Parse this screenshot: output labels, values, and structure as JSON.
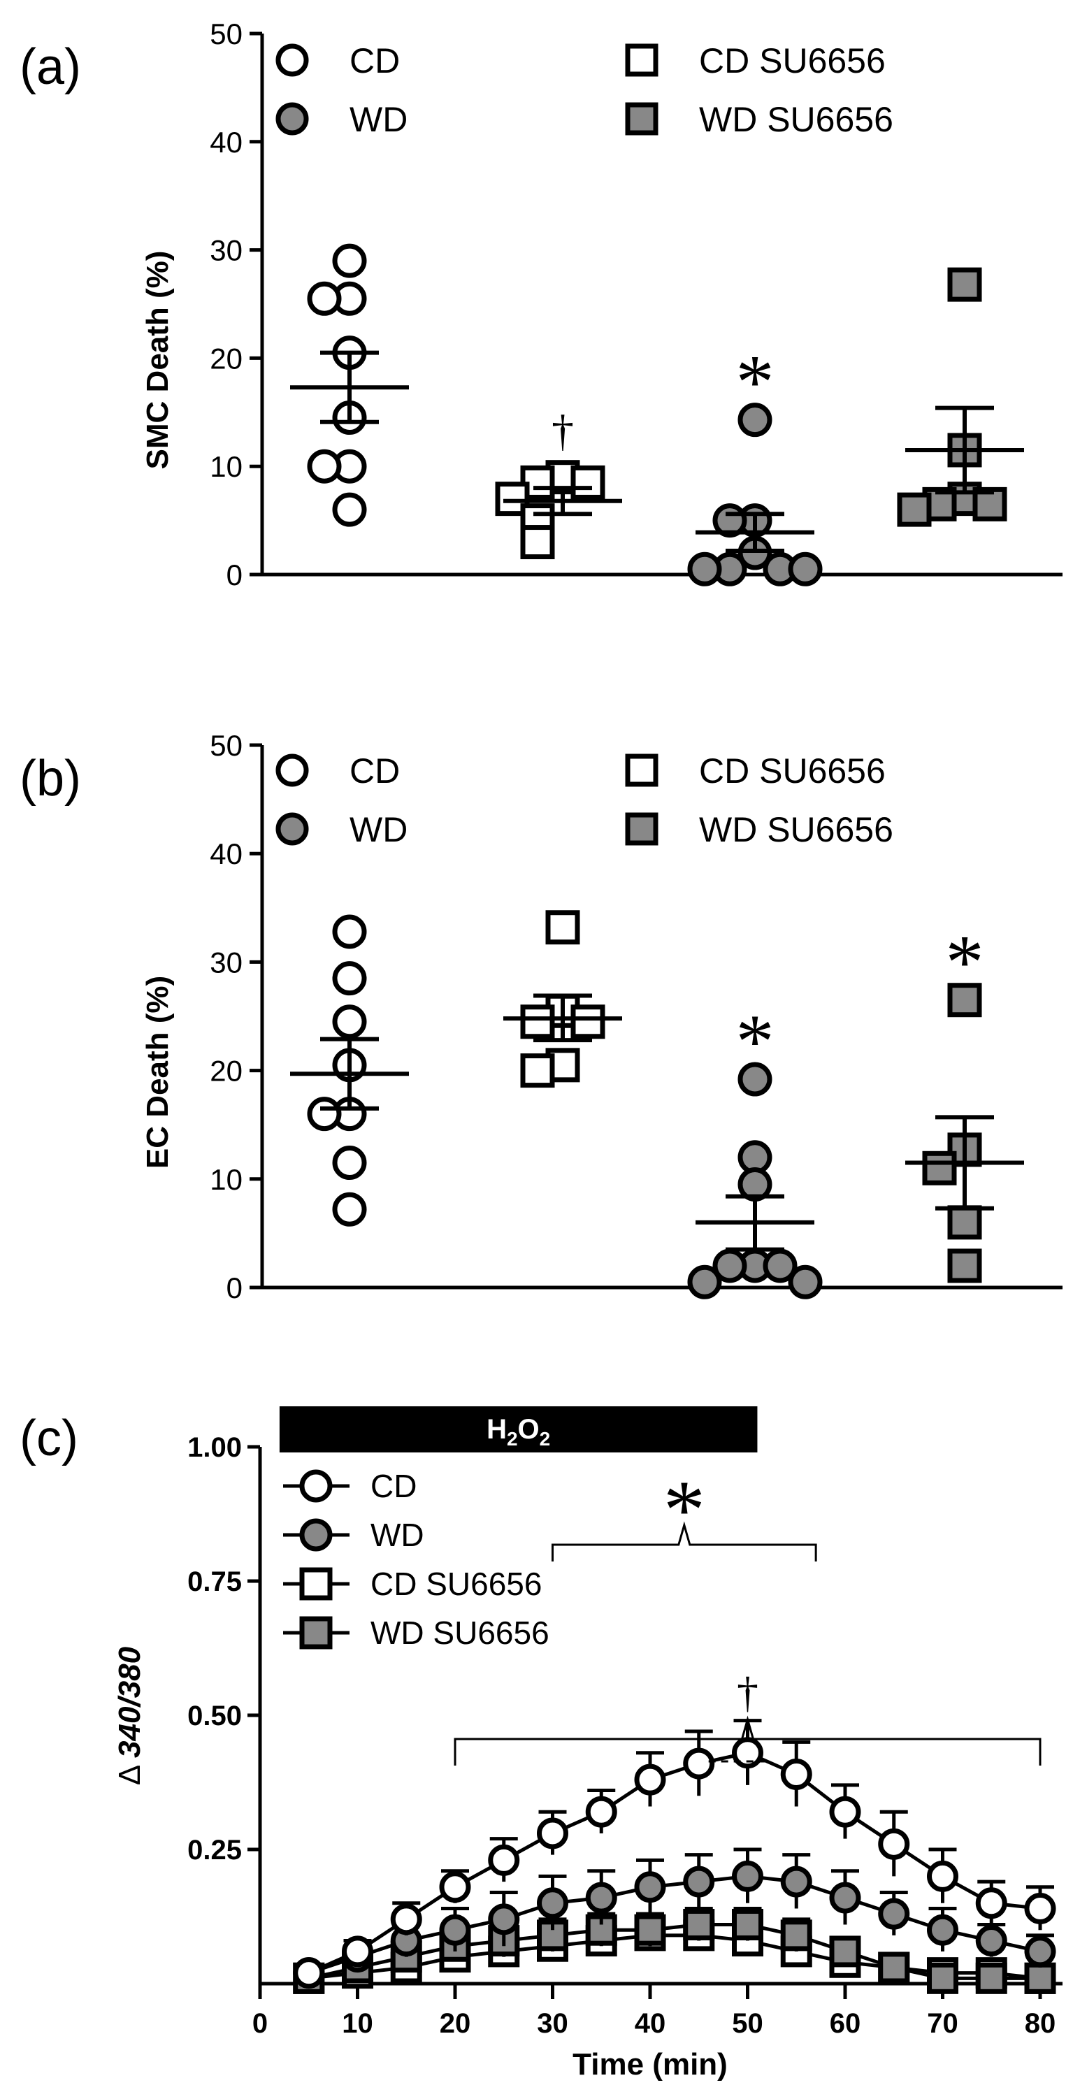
{
  "chart_data": [
    {
      "panel": "(a)",
      "type": "scatter",
      "ylabel": "SMC Death (%)",
      "ylim": [
        0,
        50
      ],
      "yticks": [
        "0",
        "10",
        "20",
        "30",
        "40",
        "50"
      ],
      "legend": [
        "CD",
        "WD",
        "CD SU6656",
        "WD SU6656"
      ],
      "series": [
        {
          "name": "CD",
          "values": [
            29,
            25.5,
            25.5,
            20.5,
            14.5,
            10,
            10,
            6
          ],
          "mean": 17.3,
          "sem_low": 14.1,
          "sem_high": 20.5,
          "significance": ""
        },
        {
          "name": "CD SU6656",
          "values": [
            9,
            8.5,
            8.5,
            7,
            5,
            3
          ],
          "mean": 6.8,
          "sem_low": 5.6,
          "sem_high": 8.0,
          "significance": "†"
        },
        {
          "name": "WD",
          "values": [
            14.3,
            5,
            5,
            2,
            0.5,
            0.5,
            0.5,
            0.5
          ],
          "mean": 3.9,
          "sem_low": 2.2,
          "sem_high": 5.6,
          "significance": "*"
        },
        {
          "name": "WD SU6656",
          "values": [
            26.8,
            11.5,
            7,
            6.5,
            6.5,
            6
          ],
          "mean": 11.5,
          "sem_low": 7.6,
          "sem_high": 15.4,
          "significance": ""
        }
      ]
    },
    {
      "panel": "(b)",
      "type": "scatter",
      "ylabel": "EC Death (%)",
      "ylim": [
        0,
        50
      ],
      "yticks": [
        "0",
        "10",
        "20",
        "30",
        "40",
        "50"
      ],
      "legend": [
        "CD",
        "WD",
        "CD SU6656",
        "WD SU6656"
      ],
      "series": [
        {
          "name": "CD",
          "values": [
            32.8,
            28.5,
            24.5,
            20.5,
            16,
            16,
            11.5,
            7.2
          ],
          "mean": 19.7,
          "sem_low": 16.5,
          "sem_high": 22.9,
          "significance": ""
        },
        {
          "name": "CD SU6656",
          "values": [
            33.2,
            25.5,
            24.5,
            24.5,
            20.5,
            20
          ],
          "mean": 24.8,
          "sem_low": 22.8,
          "sem_high": 26.9,
          "significance": ""
        },
        {
          "name": "WD",
          "values": [
            19.2,
            12,
            9.5,
            2,
            2,
            2,
            0.5,
            0.5
          ],
          "mean": 6.0,
          "sem_low": 3.5,
          "sem_high": 8.4,
          "significance": "*"
        },
        {
          "name": "WD SU6656",
          "values": [
            26.5,
            12.7,
            11,
            6,
            2
          ],
          "mean": 11.5,
          "sem_low": 7.3,
          "sem_high": 15.7,
          "significance": "*"
        }
      ]
    },
    {
      "panel": "(c)",
      "type": "line",
      "xlabel": "Time (min)",
      "xlim": [
        0,
        80
      ],
      "xticks": [
        "0",
        "10",
        "20",
        "30",
        "40",
        "50",
        "60",
        "70",
        "80"
      ],
      "ylim": [
        0,
        1.0
      ],
      "yticks": [
        "0.25",
        "0.50",
        "0.75",
        "1.00"
      ],
      "bar": {
        "start": 2,
        "end": 51,
        "label_base": "H",
        "label_sub": "2",
        "label_mid": "O",
        "label_sub2": "2"
      },
      "legend": [
        "CD",
        "WD",
        "CD SU6656",
        "WD SU6656"
      ],
      "x": [
        5,
        10,
        15,
        20,
        25,
        30,
        35,
        40,
        45,
        50,
        55,
        60,
        65,
        70,
        75,
        80
      ],
      "series": [
        {
          "name": "CD",
          "values": [
            0.02,
            0.06,
            0.12,
            0.18,
            0.23,
            0.28,
            0.32,
            0.38,
            0.41,
            0.43,
            0.39,
            0.32,
            0.26,
            0.2,
            0.15,
            0.14
          ],
          "err": [
            0.01,
            0.02,
            0.03,
            0.03,
            0.04,
            0.04,
            0.04,
            0.05,
            0.06,
            0.06,
            0.06,
            0.05,
            0.06,
            0.05,
            0.04,
            0.04
          ]
        },
        {
          "name": "WD",
          "values": [
            0.02,
            0.05,
            0.08,
            0.1,
            0.12,
            0.15,
            0.16,
            0.18,
            0.19,
            0.2,
            0.19,
            0.16,
            0.13,
            0.1,
            0.08,
            0.06
          ],
          "err": [
            0.01,
            0.02,
            0.03,
            0.04,
            0.05,
            0.05,
            0.05,
            0.05,
            0.05,
            0.05,
            0.05,
            0.05,
            0.04,
            0.04,
            0.03,
            0.03
          ]
        },
        {
          "name": "CD SU6656",
          "values": [
            0.01,
            0.02,
            0.03,
            0.05,
            0.06,
            0.07,
            0.08,
            0.09,
            0.09,
            0.08,
            0.06,
            0.04,
            0.03,
            0.02,
            0.02,
            0.01
          ],
          "err": [
            0.01,
            0.01,
            0.02,
            0.02,
            0.02,
            0.02,
            0.02,
            0.02,
            0.02,
            0.02,
            0.02,
            0.02,
            0.02,
            0.01,
            0.01,
            0.01
          ]
        },
        {
          "name": "WD SU6656",
          "values": [
            0.01,
            0.03,
            0.05,
            0.07,
            0.08,
            0.09,
            0.1,
            0.1,
            0.11,
            0.11,
            0.09,
            0.06,
            0.03,
            0.01,
            0.01,
            0.01
          ],
          "err": [
            0.01,
            0.01,
            0.02,
            0.02,
            0.03,
            0.03,
            0.03,
            0.03,
            0.03,
            0.03,
            0.03,
            0.02,
            0.02,
            0.01,
            0.01,
            0.01
          ]
        }
      ],
      "annotations": [
        {
          "symbol": "*",
          "bracket_x": [
            30,
            57
          ]
        },
        {
          "symbol": "†",
          "bracket_x": [
            20,
            80
          ]
        }
      ]
    }
  ]
}
